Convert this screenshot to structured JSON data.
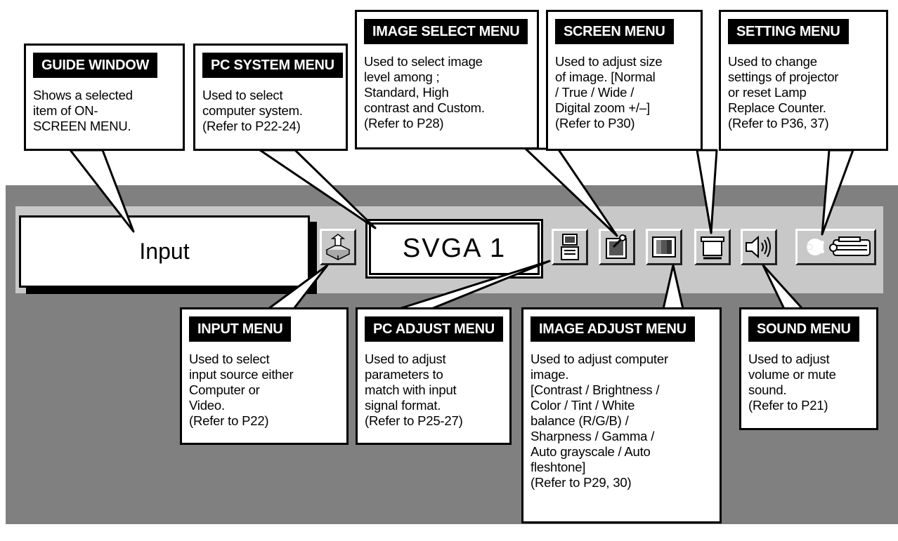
{
  "menubar": {
    "input_display": "Input",
    "system_display": "SVGA 1",
    "icons": [
      "input-menu-icon",
      "pc-adjust-menu-icon",
      "image-select-menu-icon",
      "image-adjust-menu-icon",
      "screen-menu-icon",
      "sound-menu-icon",
      "setting-menu-icon"
    ]
  },
  "callouts": {
    "guide_window": {
      "title": "GUIDE WINDOW",
      "text": "Shows a selected\nitem of ON-\nSCREEN MENU."
    },
    "pc_system_menu": {
      "title": "PC SYSTEM MENU",
      "text": "Used to select\ncomputer system.\n(Refer to P22-24)"
    },
    "image_select_menu": {
      "title": "IMAGE SELECT MENU",
      "text": "Used to select image\nlevel among ;\nStandard, High\ncontrast and Custom.\n(Refer to P28)"
    },
    "screen_menu": {
      "title": "SCREEN MENU",
      "text": "Used to adjust size\nof image.  [Normal\n/ True / Wide /\nDigital zoom +/–]\n(Refer to P30)"
    },
    "setting_menu": {
      "title": "SETTING MENU",
      "text": "Used to change\nsettings of projector\nor reset Lamp\nReplace Counter.\n(Refer to P36, 37)"
    },
    "input_menu": {
      "title": "INPUT MENU",
      "text": "Used to select\ninput source either\nComputer or\nVideo.\n(Refer to P22)"
    },
    "pc_adjust_menu": {
      "title": "PC ADJUST MENU",
      "text": "Used to adjust\nparameters to\nmatch with input\nsignal format.\n(Refer to P25-27)"
    },
    "image_adjust_menu": {
      "title": "IMAGE ADJUST MENU",
      "text": "Used to adjust computer\nimage.\n[Contrast / Brightness /\nColor / Tint / White\nbalance (R/G/B) /\nSharpness / Gamma /\nAuto grayscale / Auto\nfleshtone]\n(Refer to P29, 30)"
    },
    "sound_menu": {
      "title": "SOUND MENU",
      "text": "Used to adjust\nvolume or mute\nsound.\n(Refer to P21)"
    }
  }
}
